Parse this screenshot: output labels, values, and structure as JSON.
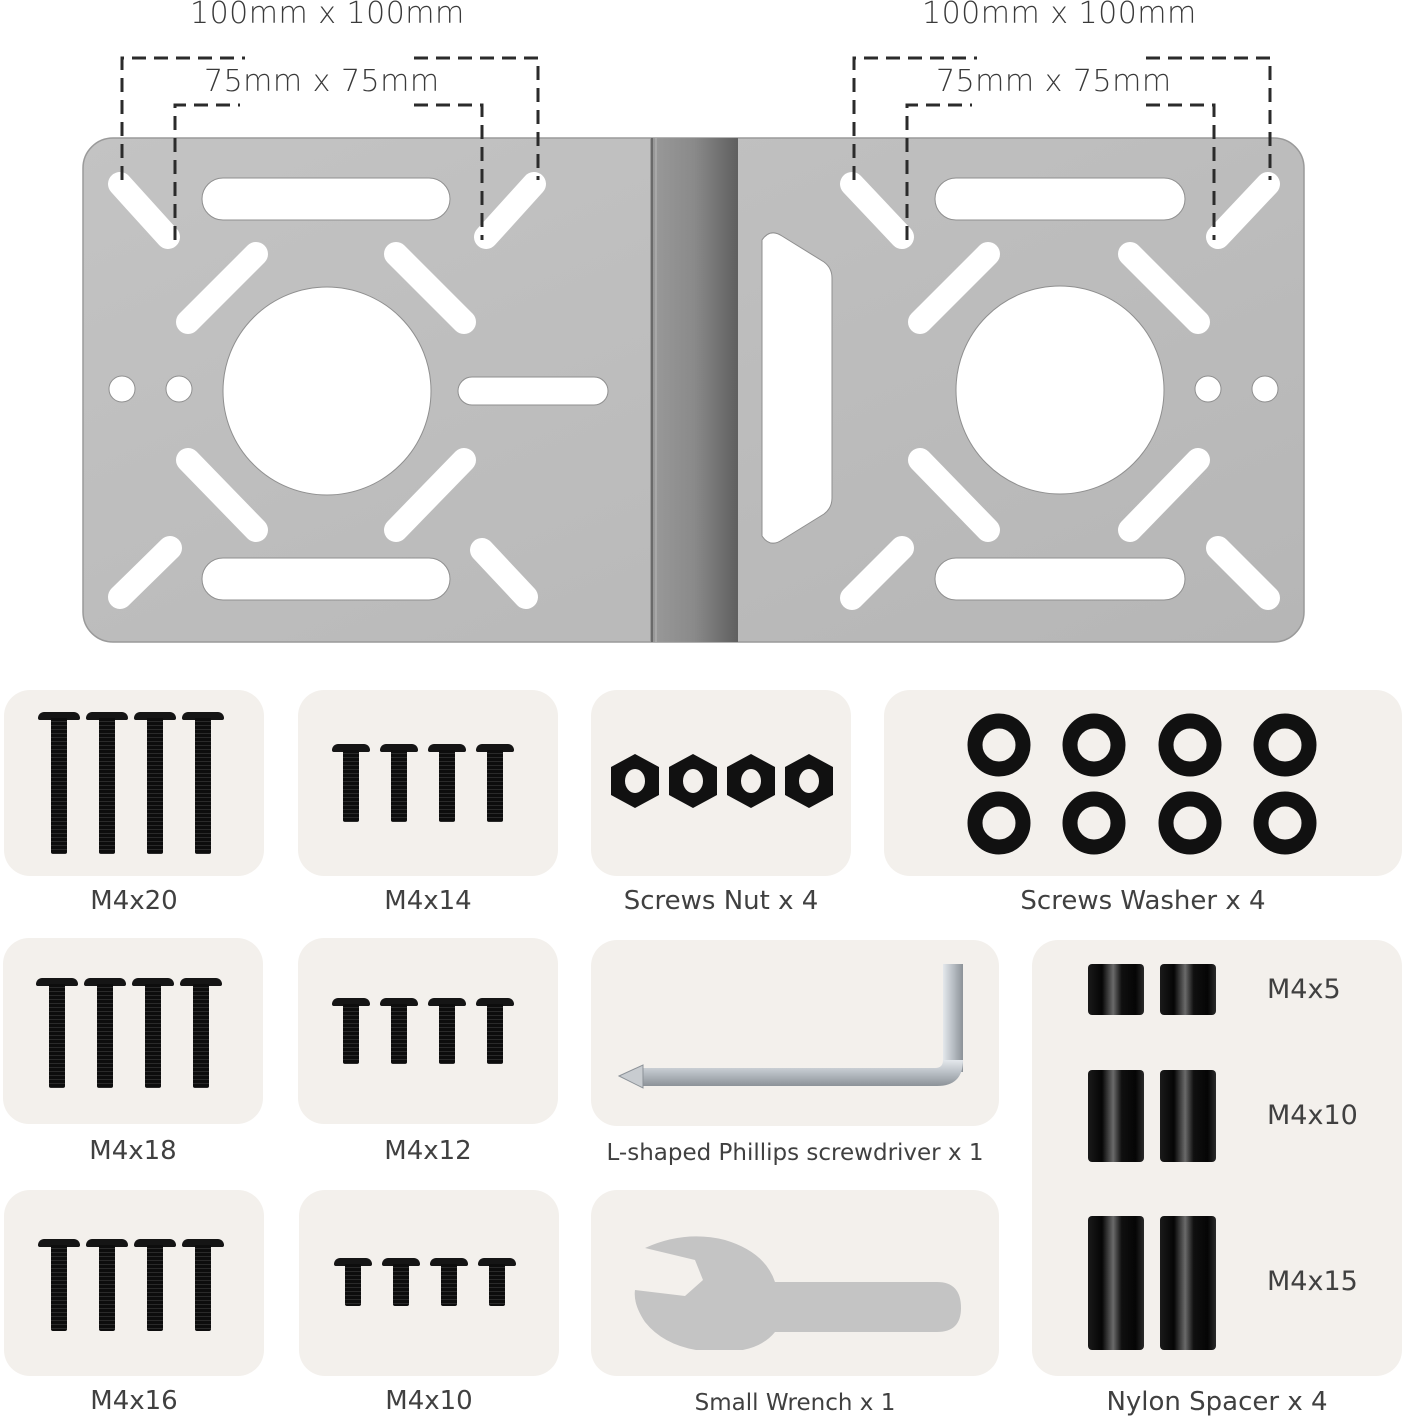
{
  "plate": {
    "left_outer_dim": "100mm x 100mm",
    "left_inner_dim": "75mm x 75mm",
    "right_outer_dim": "100mm x 100mm",
    "right_inner_dim": "75mm x 75mm",
    "colors": {
      "plate": "#b9b9b9",
      "fold": "#7a7a7a",
      "dash": "#2b2b2b"
    }
  },
  "parts": {
    "card_color": "#f3f0ec",
    "screws": [
      {
        "label": "M4x20"
      },
      {
        "label": "M4x14"
      },
      {
        "label": "M4x18"
      },
      {
        "label": "M4x12"
      },
      {
        "label": "M4x16"
      },
      {
        "label": "M4x10"
      }
    ],
    "nuts": {
      "label": "Screws Nut x 4"
    },
    "washers": {
      "label": "Screws Washer x 4"
    },
    "screwdriver": {
      "label": "L-shaped Phillips screwdriver x 1"
    },
    "wrench": {
      "label": "Small Wrench x 1"
    },
    "spacers": {
      "label": "Nylon Spacer x 4",
      "sizes": [
        "M4x5",
        "M4x10",
        "M4x15"
      ]
    }
  }
}
